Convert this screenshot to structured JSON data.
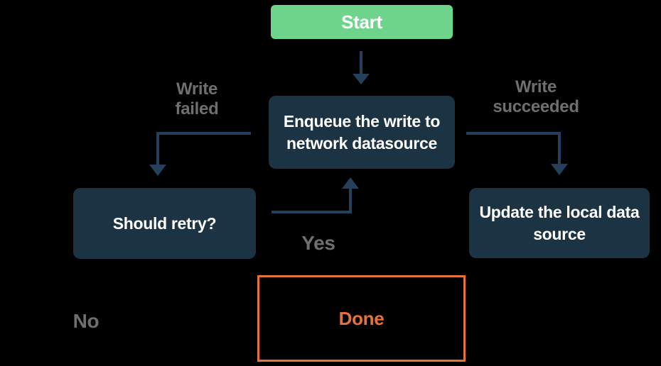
{
  "diagram": {
    "type": "flowchart",
    "background": "#000000",
    "colors": {
      "start_fill": "#6ED48C",
      "node_fill": "#1C3344",
      "node_text": "#FFFFFF",
      "arrow": "#24405A",
      "edge_label_text": "#6F6F6F",
      "done_accent": "#E5713D"
    },
    "nodes": {
      "start": {
        "label": "Start"
      },
      "enqueue": {
        "label": "Enqueue the write to network datasource"
      },
      "should_retry": {
        "label": "Should retry?"
      },
      "update_local": {
        "label": "Update the local data source"
      },
      "done": {
        "label": "Done"
      }
    },
    "edge_labels": {
      "write_failed": "Write failed",
      "write_succeeded": "Write succeeded",
      "yes": "Yes",
      "no": "No"
    }
  }
}
